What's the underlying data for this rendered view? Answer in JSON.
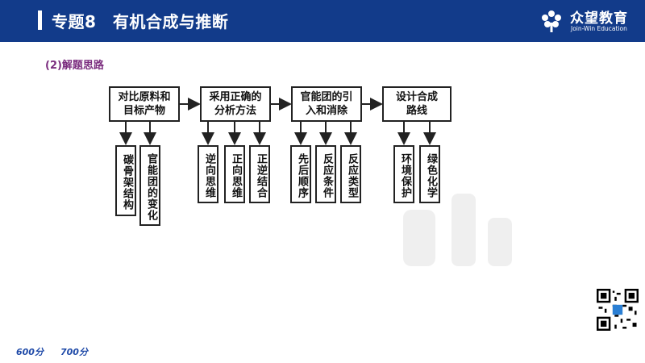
{
  "header": {
    "title": "专题8　有机合成与推断",
    "logo_text": "众望教育",
    "logo_sub": "Join-Win Education",
    "bg_color": "#123b8a"
  },
  "section_label": "(2)解题思路",
  "flow": {
    "steps": [
      {
        "label": "对比原料和目标产物",
        "children": [
          "碳骨架结构",
          "官能团的变化"
        ]
      },
      {
        "label": "采用正确的分析方法",
        "children": [
          "逆向思维",
          "正向思维",
          "正逆结合"
        ]
      },
      {
        "label": "官能团的引入和消除",
        "children": [
          "先后顺序",
          "反应条件",
          "反应类型"
        ]
      },
      {
        "label": "设计合成路线",
        "children": [
          "环境保护",
          "绿色化学"
        ]
      }
    ]
  },
  "footer": {
    "badge_a": "600分",
    "badge_b": "700分"
  },
  "icons": {
    "logo": "flower-logo-icon",
    "qr": "qr-code-icon"
  }
}
